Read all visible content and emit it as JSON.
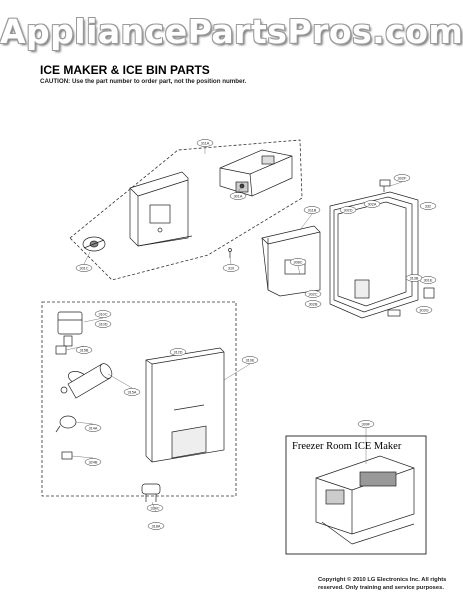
{
  "watermark": "AppliancePartsPros.com",
  "title": "ICE MAKER & ICE BIN PARTS",
  "caution": "CAUTION: Use the part number to order part, not the position number.",
  "inset_label": "Freezer Room ICE Maker",
  "copyright_line1": "Copyright © 2010  LG Electronics Inc. All rights",
  "copyright_line2": "reserved. Only training and service purposes.",
  "callouts": {
    "c311a": "311A",
    "c301a": "301A",
    "c301c": "301C",
    "c319": "319",
    "c302f": "302F",
    "c302a": "302A",
    "c311b": "311B",
    "c302d": "302D",
    "c332": "332",
    "c308c": "308C",
    "c301e": "301E",
    "c302c": "302C",
    "c302b": "302B",
    "c302g": "302G",
    "c313b": "313B",
    "c310c": "310C",
    "c310d": "310D",
    "c312d": "312D",
    "c310e": "310E",
    "c315b": "315B",
    "c315a": "315A",
    "c314a": "314A",
    "c324b": "324B",
    "c324c": "324C",
    "c318a": "318A",
    "c309f": "309F"
  }
}
